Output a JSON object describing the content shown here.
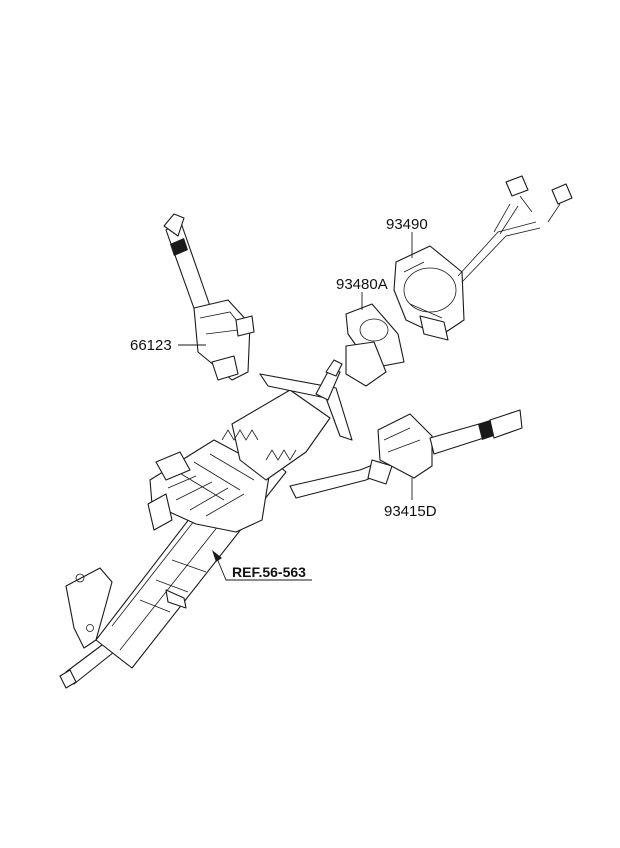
{
  "parts": [
    {
      "id": "multifunction-switch-left",
      "number": "66123"
    },
    {
      "id": "clock-spring",
      "number": "93490"
    },
    {
      "id": "steering-angle-sensor",
      "number": "93480A"
    },
    {
      "id": "multifunction-switch-right",
      "number": "93415D"
    }
  ],
  "reference": {
    "label": "REF.56-563"
  }
}
